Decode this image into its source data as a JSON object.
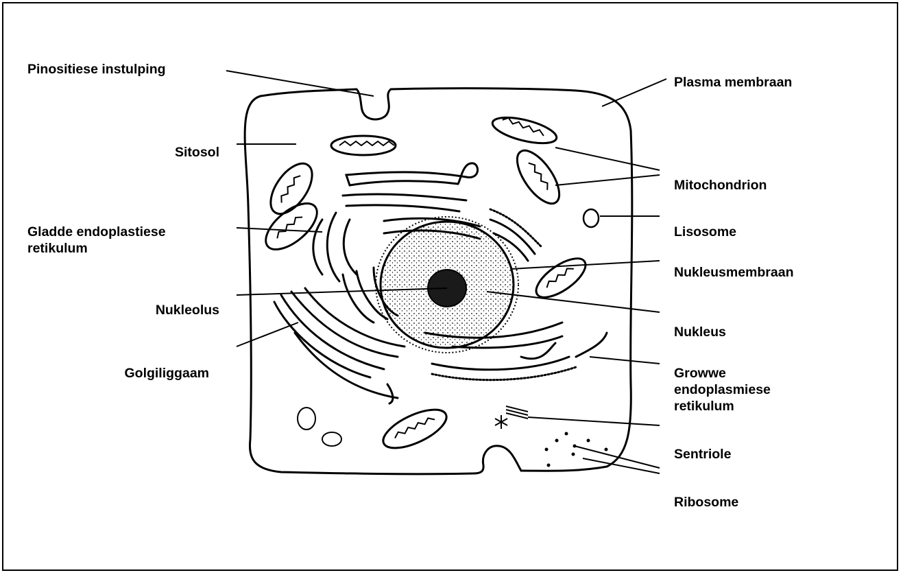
{
  "labels": {
    "pinocytotic": "Pinositiese instulping",
    "cytosol": "Sitosol",
    "smooth_er": "Gladde endoplastiese\nretikulum",
    "nucleolus": "Nukleolus",
    "golgi": "Golgiliggaam",
    "plasma_membrane": "Plasma membraan",
    "mitochondrion": "Mitochondrion",
    "lysosome": "Lisosome",
    "nuclear_membrane": "Nukleusmembraan",
    "nucleus": "Nukleus",
    "rough_er": "Growwe\nendoplasmiese\nretikulum",
    "centriole": "Sentriole",
    "ribosome": "Ribosome"
  },
  "colors": {
    "ink": "#000000",
    "background": "#ffffff"
  }
}
